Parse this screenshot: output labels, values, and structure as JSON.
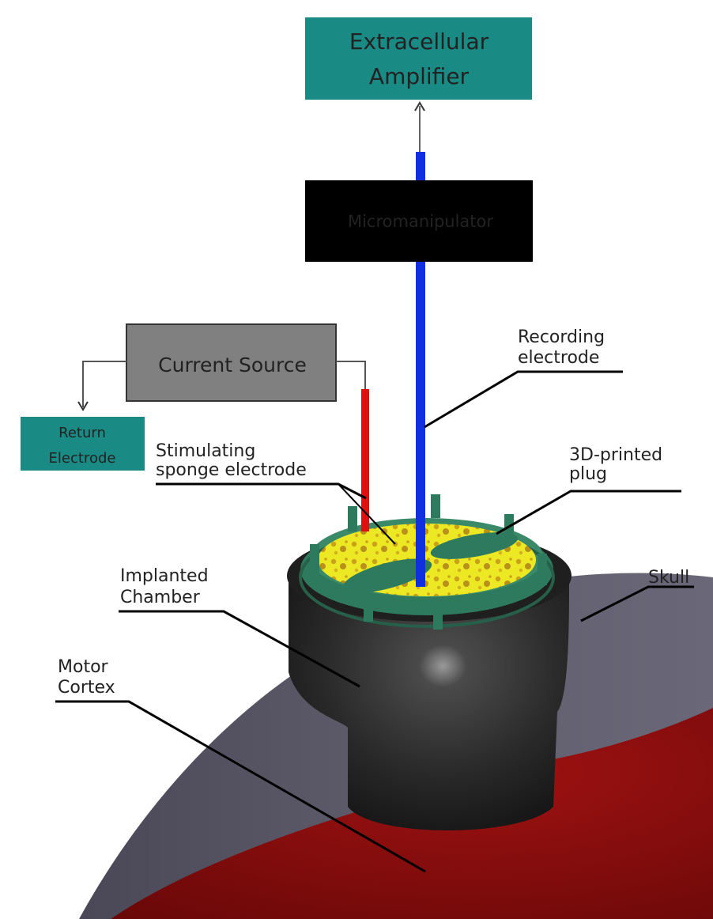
{
  "diagram": {
    "boxes": {
      "amplifier": {
        "line1": "Extracellular",
        "line2": "Amplifier",
        "color": "#1a8a84"
      },
      "micromanipulator": {
        "label": "Micromanipulator",
        "color": "#000000"
      },
      "current_source": {
        "label": "Current Source",
        "color": "#808080"
      },
      "return_electrode": {
        "line1": "Return",
        "line2": "Electrode",
        "color": "#1a8a84"
      }
    },
    "labels": {
      "recording": {
        "line1": "Recording",
        "line2": "electrode"
      },
      "stimulating": {
        "line1": "Stimulating",
        "line2": "sponge electrode"
      },
      "plug": {
        "line1": "3D-printed",
        "line2": "plug"
      },
      "chamber": {
        "line1": "Implanted",
        "line2": "Chamber"
      },
      "skull": {
        "line1": "Skull"
      },
      "cortex": {
        "line1": "Motor",
        "line2": "Cortex"
      }
    },
    "colors": {
      "recording_electrode": "#1030e0",
      "stimulating_electrode": "#e01010",
      "skull": "#5e5b6a",
      "cortex": "#8a0b0b",
      "chamber": "#2a2a2a",
      "plug": "#2e7a5e",
      "sponge": "#e8e020"
    }
  }
}
